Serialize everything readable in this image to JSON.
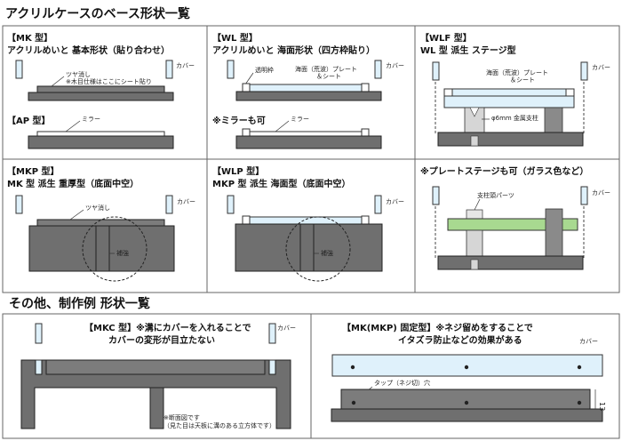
{
  "title": "アクリルケースのベース形状一覧",
  "section2_title": "その他、制作例 形状一覧",
  "common": {
    "cover": "カバー",
    "mirror": "ミラー"
  },
  "panels": {
    "mk": {
      "tag": "【MK 型】",
      "subtitle": "アクリルめいと 基本形状（貼り合わせ）",
      "label_gloss": "ツヤ消し",
      "label_note": "※木目仕様はここにシート貼り"
    },
    "ap": {
      "tag": "【AP 型】"
    },
    "wl": {
      "tag": "【WL 型】",
      "subtitle": "アクリルめいと 海面形状（四方枠貼り）",
      "label_frame": "透明枠",
      "label_sea1": "海面（荒波）プレート",
      "label_sea2": "＆シート"
    },
    "wl_mirror": {
      "tag": "※ミラーも可"
    },
    "wlf": {
      "tag": "【WLF 型】",
      "subtitle": "WL 型 派生 ステージ型",
      "label_sea1": "海面（荒波）プレート",
      "label_sea2": "＆シート",
      "label_pillar": "φ6mm 金属支柱"
    },
    "mkp": {
      "tag": "【MKP 型】",
      "subtitle": "MK 型 派生 重厚型（底面中空）",
      "label_gloss": "ツヤ消し",
      "label_rein": "補強"
    },
    "wlp": {
      "tag": "【WLP 型】",
      "subtitle": "MKP 型 派生 海面型（底面中空）",
      "label_rein": "補強"
    },
    "stage": {
      "tag": "※プレートステージも可（ガラス色など）",
      "label_parts": "支柱頭パーツ"
    },
    "mkc": {
      "line1": "【MKC 型】※溝にカバーを入れることで",
      "line2": "カバーの変形が目立たない",
      "note1": "※断面図です",
      "note2": "（見た目は天板に溝のある立方体です）"
    },
    "fix": {
      "line1": "【MK(MKP) 固定型】※ネジ留めをすることで",
      "line2": "イタズラ防止などの効果がある",
      "label_tap": "タップ（ネジ切）穴",
      "dim": "13"
    }
  }
}
